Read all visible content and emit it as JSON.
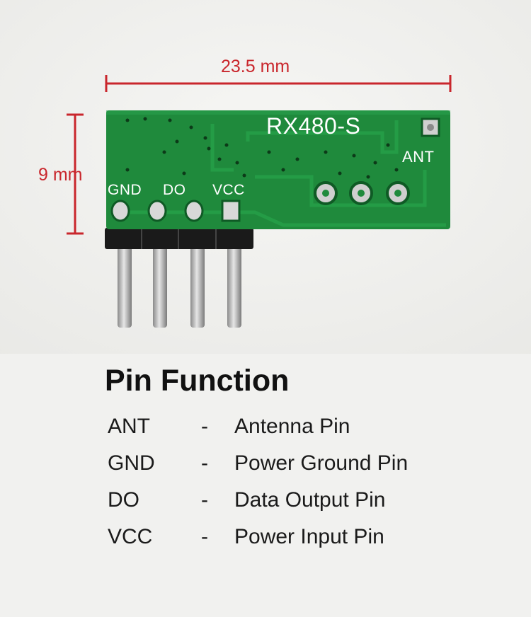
{
  "dimensions": {
    "width": "23.5 mm",
    "height": "9 mm",
    "color": "#c9262c"
  },
  "board": {
    "model": "RX480-S",
    "color": "#1f8a3c",
    "silkscreen": {
      "ant": "ANT",
      "gnd": "GND",
      "do": "DO",
      "vcc": "VCC"
    }
  },
  "pin_function": {
    "title": "Pin Function",
    "rows": [
      {
        "name": "ANT",
        "separator": "-",
        "description": "Antenna Pin"
      },
      {
        "name": "GND",
        "separator": "-",
        "description": "Power Ground Pin"
      },
      {
        "name": "DO",
        "separator": "-",
        "description": "Data Output Pin"
      },
      {
        "name": "VCC",
        "separator": "-",
        "description": "Power Input Pin"
      }
    ]
  }
}
